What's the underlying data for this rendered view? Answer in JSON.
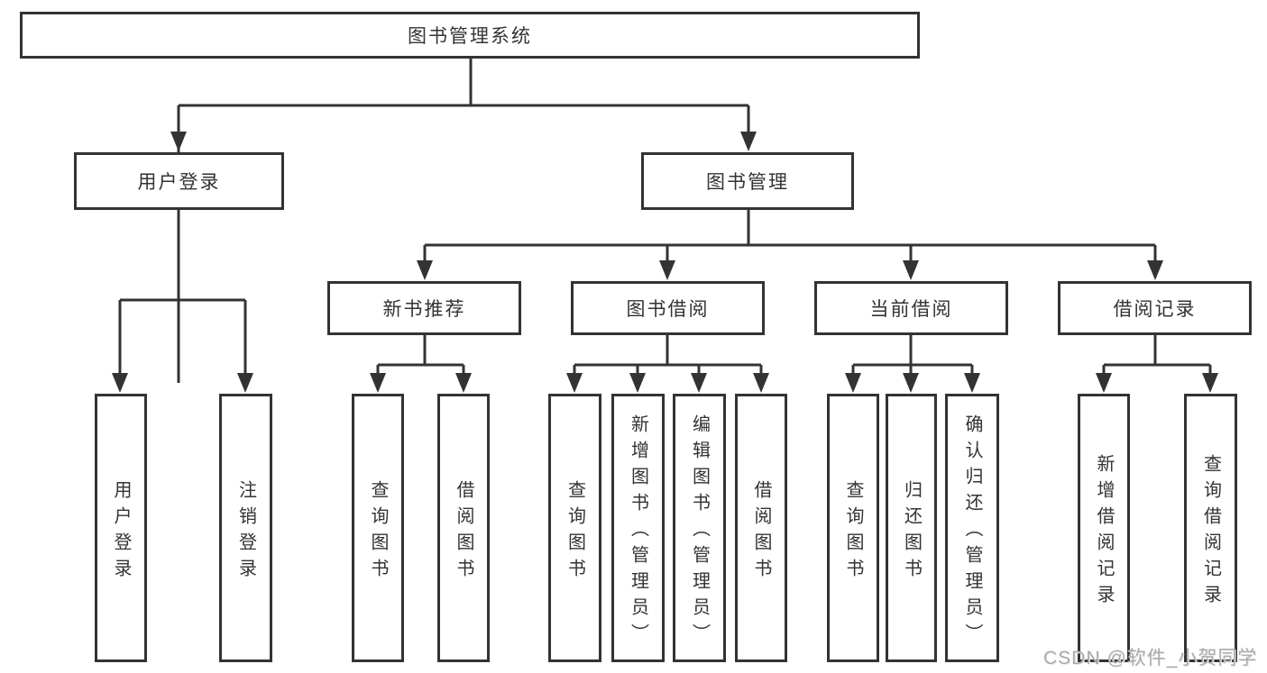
{
  "tree": {
    "root": "图书管理系统",
    "user_login": {
      "label": "用户登录",
      "children": [
        "用户登录",
        "注销登录"
      ]
    },
    "book_mgmt": {
      "label": "图书管理",
      "sections": {
        "new_book": {
          "label": "新书推荐",
          "children": [
            "查询图书",
            "借阅图书"
          ]
        },
        "borrowing": {
          "label": "图书借阅",
          "children": [
            "查询图书",
            "新增图书（管理员）",
            "编辑图书（管理员）",
            "借阅图书"
          ]
        },
        "current": {
          "label": "当前借阅",
          "children": [
            "查询图书",
            "归还图书",
            "确认归还（管理员）"
          ]
        },
        "records": {
          "label": "借阅记录",
          "children": [
            "新增借阅记录",
            "查询借阅记录"
          ]
        }
      }
    }
  },
  "watermark": "CSDN @软件_小贺同学",
  "colors": {
    "line": "#333333",
    "text": "#333333",
    "box_background": "#ffffff",
    "watermark": "#ababab"
  }
}
